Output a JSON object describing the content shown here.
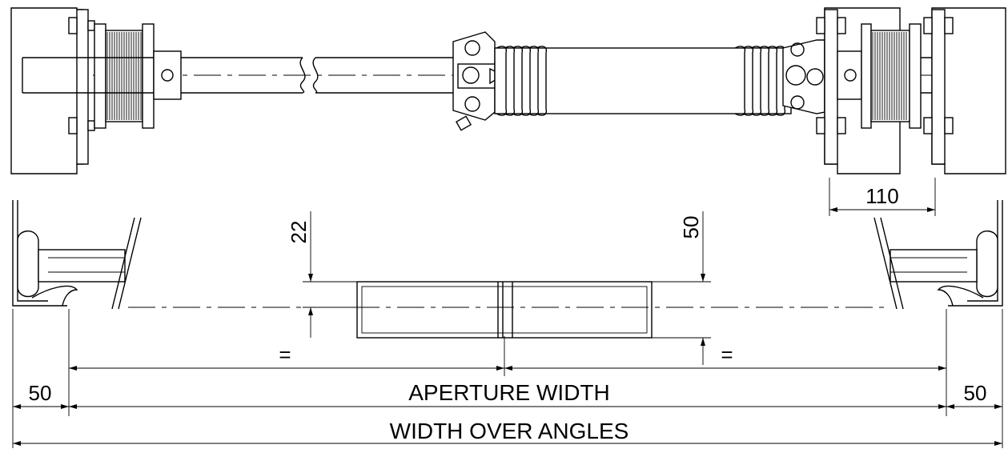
{
  "drawing": {
    "dimensions": {
      "top_110": "110",
      "gap_22": "22",
      "gap_50": "50",
      "equal_left": "=",
      "equal_right": "=",
      "side_left_50": "50",
      "side_right_50": "50",
      "aperture": "APERTURE WIDTH",
      "overall": "WIDTH OVER ANGLES"
    }
  }
}
